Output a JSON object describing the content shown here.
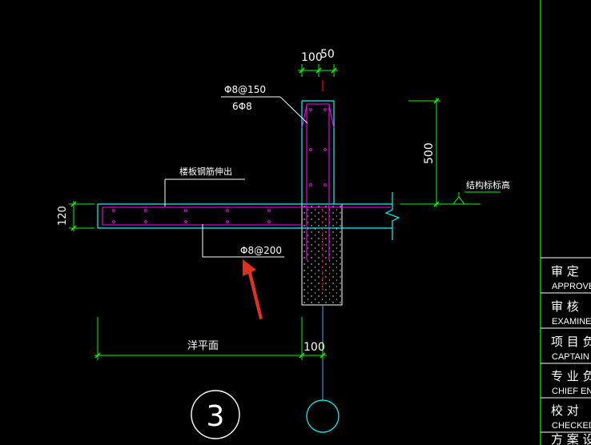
{
  "drawing": {
    "dim_top_left": "100",
    "dim_top_right": "50",
    "dim_wall_height": "500",
    "dim_slab_thickness": "120",
    "dim_bottom_right": "100",
    "rebar_vertical": "Φ8@150",
    "rebar_longitudinal": "6Φ8",
    "rebar_slab": "Φ8@200",
    "note_slab_rebar": "楼板钢筋伸出",
    "note_structure_level": "结构标标高",
    "note_plan_face": "洋平面",
    "detail_number": "3"
  },
  "title_block": {
    "rows": [
      {
        "cn": "审  定",
        "en": "APPROVE"
      },
      {
        "cn": "审  核",
        "en": "EXAMINED"
      },
      {
        "cn": "项 目 负",
        "en": "CAPTAIN"
      },
      {
        "cn": "专 业 负",
        "en": "CHIEF EN"
      },
      {
        "cn": "校  对",
        "en": "CHECKED"
      },
      {
        "cn": "方 案 设",
        "en": ""
      }
    ]
  },
  "colors": {
    "outline": "#00ffff",
    "dimension": "#00ff00",
    "rebar": "#ff00ff",
    "annotation": "#ffffff",
    "red": "#ff0000",
    "arrow": "#e0301e",
    "axis": "#4aa3ff"
  }
}
